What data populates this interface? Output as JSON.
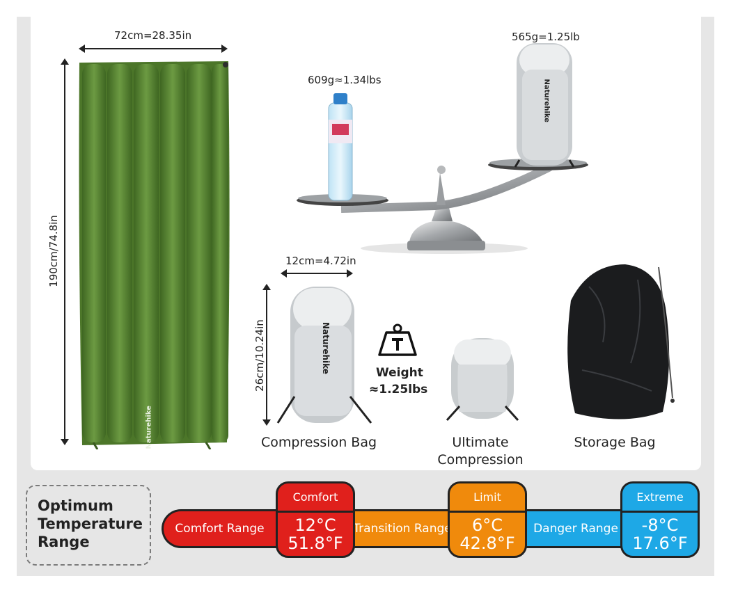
{
  "dimensions": {
    "width": "72cm=28.35in",
    "length": "190cm/74.8in",
    "pack_width": "12cm=4.72in",
    "pack_height": "26cm/10.24in"
  },
  "weights": {
    "water": "609g≈1.34lbs",
    "bag": "565g=1.25lb",
    "weight_label": "Weight",
    "weight_value": "≈1.25lbs"
  },
  "brand": "Naturehike",
  "captions": {
    "compression": "Compression Bag",
    "ultimate_line1": "Ultimate",
    "ultimate_line2": "Compression",
    "storage": "Storage Bag"
  },
  "temperature": {
    "title_line1": "Optimum",
    "title_line2": "Temperature",
    "title_line3": "Range",
    "ranges": {
      "comfort_range": "Comfort Range",
      "transition_range": "Transition Range",
      "danger_range": "Danger Range"
    },
    "comfort": {
      "label": "Comfort",
      "c": "12°C",
      "f": "51.8°F"
    },
    "limit": {
      "label": "Limit",
      "c": "6°C",
      "f": "42.8°F"
    },
    "extreme": {
      "label": "Extreme",
      "c": "-8°C",
      "f": "17.6°F"
    }
  },
  "colors": {
    "comfort": "#e0201c",
    "limit": "#f08a0c",
    "extreme": "#1ea8e6",
    "bag_green": "#4f7a2c",
    "silver": "#cfd2d4",
    "storage_black": "#1b1c1e"
  }
}
